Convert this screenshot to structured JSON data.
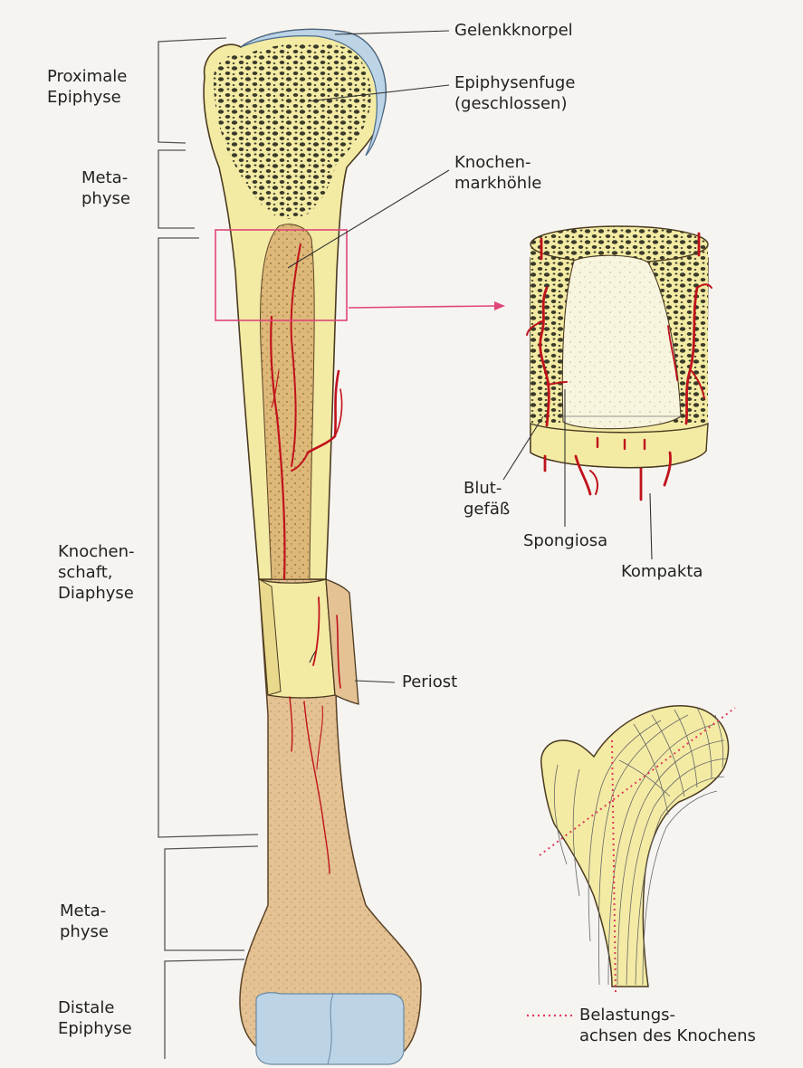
{
  "colors": {
    "background": "#f6f4f1",
    "bone_section": "#f3eba4",
    "periosteum_surface": "#e4c294",
    "medullary_cavity": "#deb878",
    "articular_cartilage": "#bcd4e6",
    "blood_vessel": "#c0121b",
    "highlight_box": "#e0457a",
    "spongiosa_pattern": "#3a3a2a"
  },
  "left_labels": {
    "proximal_epiphysis": [
      "Proximale",
      "Epiphyse"
    ],
    "metaphysis_top": [
      "Meta-",
      "physe"
    ],
    "diaphysis": [
      "Knochen-",
      "schaft,",
      "Diaphyse"
    ],
    "metaphysis_bottom": [
      "Meta-",
      "physe"
    ],
    "distal_epiphysis": [
      "Distale",
      "Epiphyse"
    ]
  },
  "right_labels": {
    "articular_cartilage": "Gelenkknorpel",
    "epiphyseal_line": [
      "Epiphysenfuge",
      "(geschlossen)"
    ],
    "medullary_cavity": [
      "Knochen-",
      "markhöhle"
    ],
    "periosteum": "Periost"
  },
  "detail_labels": {
    "blood_vessel": [
      "Blut-",
      "gefäß"
    ],
    "spongiosa": "Spongiosa",
    "compacta": "Kompakta"
  },
  "legend": {
    "load_axes": [
      "Belastungs-",
      "achsen des Knochens"
    ],
    "icon": "dotted-line-icon"
  }
}
